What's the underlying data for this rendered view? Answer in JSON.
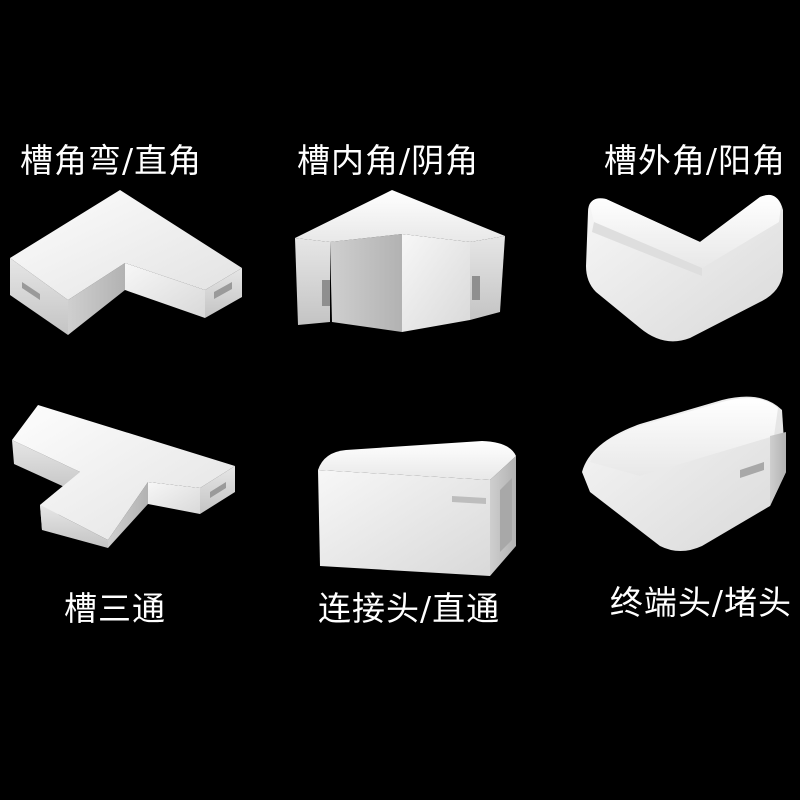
{
  "colors": {
    "background": "#000000",
    "text": "#ffffff",
    "fitting": "#f2f2f2",
    "fitting_shadow": "#c4c4c4"
  },
  "items": [
    {
      "label": "槽角弯/直角",
      "icon": "flat-elbow-fitting"
    },
    {
      "label": "槽内角/阴角",
      "icon": "inner-corner-fitting"
    },
    {
      "label": "槽外角/阳角",
      "icon": "outer-corner-fitting"
    },
    {
      "label": "槽三通",
      "icon": "tee-fitting"
    },
    {
      "label": "连接头/直通",
      "icon": "coupler-fitting"
    },
    {
      "label": "终端头/堵头",
      "icon": "end-cap-fitting"
    }
  ]
}
